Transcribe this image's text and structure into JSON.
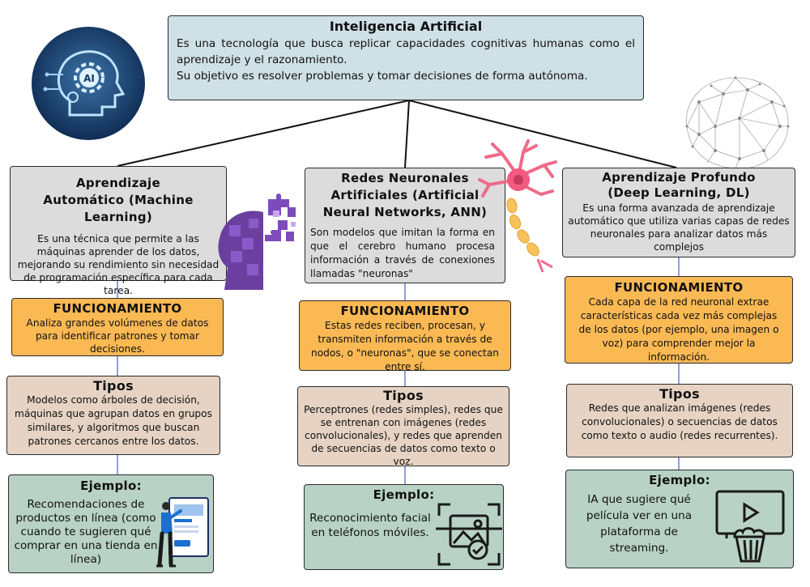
{
  "root": {
    "title": "Inteligencia Artificial",
    "line1": "Es una tecnología que busca replicar capacidades cognitivas humanas como el aprendizaje y el razonamiento.",
    "line2": "Su objetivo es resolver problemas y tomar decisiones de forma autónoma."
  },
  "ml": {
    "title": "Aprendizaje Automático (Machine Learning)",
    "desc": "Es una técnica que permite a las máquinas aprender de los datos, mejorando su rendimiento sin necesidad de programación específica para cada tarea.",
    "func_title": "FUNCIONAMIENTO",
    "func_text": "Analiza grandes volúmenes de datos para identificar patrones y tomar decisiones.",
    "types_title": "Tipos",
    "types_text": "Modelos como árboles de decisión, máquinas que agrupan datos en grupos similares, y algoritmos que buscan patrones cercanos entre los datos.",
    "example_title": "Ejemplo:",
    "example_text": "Recomendaciones de productos en línea (como cuando te sugieren qué comprar en una tienda en línea)"
  },
  "ann": {
    "title": "Redes Neuronales Artificiales (Artificial Neural Networks, ANN)",
    "desc": "Son modelos que imitan la forma en que el cerebro humano procesa información a través de conexiones llamadas \"neuronas\"",
    "func_title": "FUNCIONAMIENTO",
    "func_text": "Estas redes reciben, procesan, y transmiten información a través de nodos, o \"neuronas\", que se conectan entre sí.",
    "types_title": "Tipos",
    "types_text": "Perceptrones (redes simples), redes que se entrenan con imágenes (redes convolucionales), y redes que aprenden de secuencias de datos como texto o voz.",
    "example_title": "Ejemplo:",
    "example_text": "Reconocimiento facial en teléfonos móviles."
  },
  "dl": {
    "title": "Aprendizaje Profundo (Deep Learning, DL)",
    "desc": "Es una forma avanzada de aprendizaje automático que utiliza varias capas de redes neuronales para analizar datos más complejos",
    "func_title": "FUNCIONAMIENTO",
    "func_text": "Cada capa de la red neuronal extrae características cada vez más complejas de los datos (por ejemplo, una imagen o voz) para comprender mejor la información.",
    "types_title": "Tipos",
    "types_text": "Redes que analizan imágenes (redes convolucionales) o secuencias de datos como texto o audio (redes recurrentes).",
    "example_title": "Ejemplo:",
    "example_text": "IA que sugiere qué película ver en una plataforma de streaming."
  },
  "icons": {
    "ai_head": "ai-head-icon",
    "brain_network": "brain-network-icon",
    "puzzle_head": "puzzle-head-icon",
    "neuron": "neuron-icon",
    "shopping_person": "online-shopping-icon",
    "face_scan": "face-scan-icon",
    "movie_screen": "movie-streaming-icon",
    "ai_label": "AI"
  },
  "colors": {
    "gray": "#dcdcdc",
    "blue": "#cfe0e6",
    "orange": "#fbb954",
    "tan": "#e6d3c3",
    "green": "#b8d2c6",
    "connector": "#8fa0d8"
  }
}
